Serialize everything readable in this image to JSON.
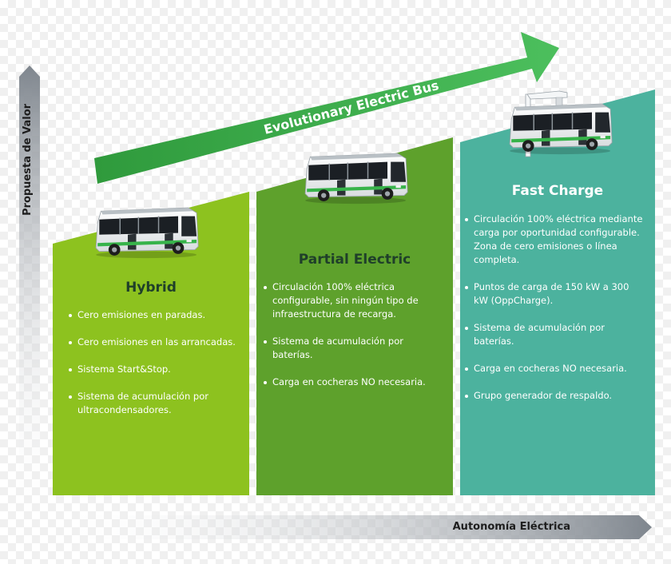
{
  "arrow": {
    "label": "Evolutionary Electric Bus",
    "color": "#3aa04a"
  },
  "axes": {
    "y_label": "Propuesta de Valor",
    "x_label": "Autonomía Eléctrica",
    "color": "#8a9097"
  },
  "panels": [
    {
      "title": "Hybrid",
      "color": "#8dc21f",
      "title_color": "#1f3f2a",
      "items": [
        "Cero emisiones en paradas.",
        "Cero emisiones en las arrancadas.",
        "Sistema Start&Stop.",
        "Sistema de acumulación por ultracondensadores."
      ]
    },
    {
      "title": "Partial Electric",
      "color": "#5ea12c",
      "title_color": "#1f3f2a",
      "items": [
        "Circulación 100% eléctrica configurable, sin ningún tipo de infraestructura de recarga.",
        "Sistema de acumulación por baterías.",
        "Carga en cocheras NO necesaria."
      ]
    },
    {
      "title": "Fast Charge",
      "color": "#4cb29e",
      "title_color": "#ffffff",
      "items": [
        "Circulación 100% eléctrica mediante carga por oportunidad configurable. Zona de cero emisiones o línea completa.",
        "Puntos de carga de 150 kW a 300 kW (OppCharge).",
        "Sistema de acumulación por baterías.",
        "Carga en cocheras NO necesaria.",
        "Grupo generador de respaldo."
      ]
    }
  ]
}
